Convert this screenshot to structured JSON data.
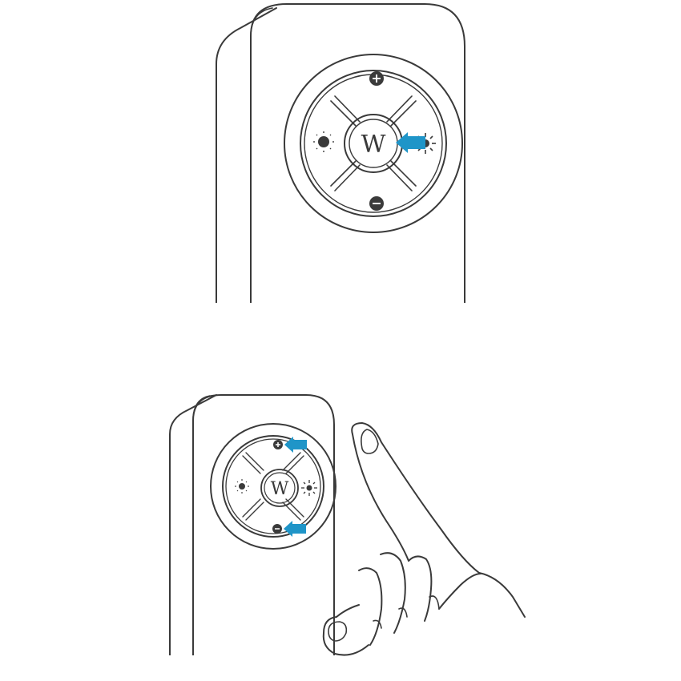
{
  "colors": {
    "line": "#3a3a3a",
    "arrow": "#1f95c8",
    "background": "#ffffff",
    "button_fill": "#ffffff"
  },
  "remote_top": {
    "logo": "W",
    "buttons": [
      "plus-button",
      "minus-button",
      "dim-brightness-button",
      "bright-brightness-button",
      "center-w-button"
    ],
    "highlighted": [
      "bright-brightness-button"
    ]
  },
  "remote_bottom": {
    "logo": "W",
    "buttons": [
      "plus-button",
      "minus-button",
      "dim-brightness-button",
      "bright-brightness-button",
      "center-w-button"
    ],
    "highlighted": [
      "plus-button",
      "minus-button"
    ]
  }
}
